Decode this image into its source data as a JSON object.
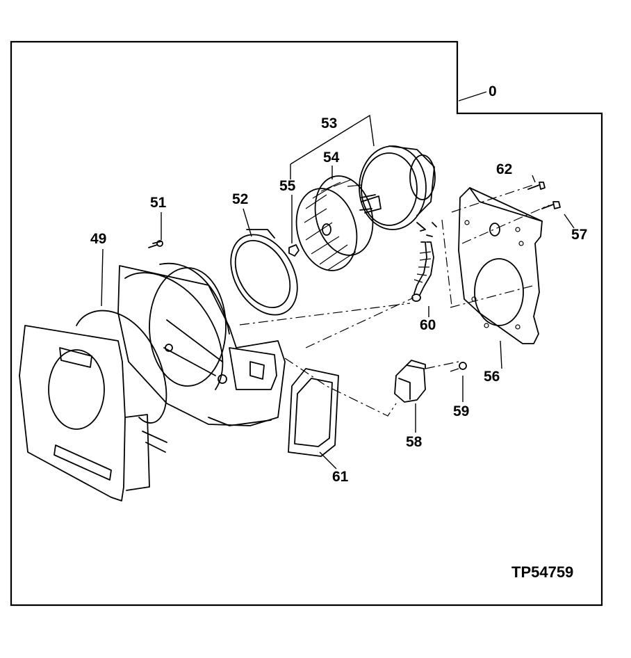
{
  "figure": {
    "figure_id": "TP54759",
    "callouts": {
      "c0": "0",
      "c49": "49",
      "c51": "51",
      "c52": "52",
      "c53": "53",
      "c54": "54",
      "c55": "55",
      "c56": "56",
      "c57": "57",
      "c58": "58",
      "c59": "59",
      "c60": "60",
      "c61": "61",
      "c62": "62"
    }
  }
}
